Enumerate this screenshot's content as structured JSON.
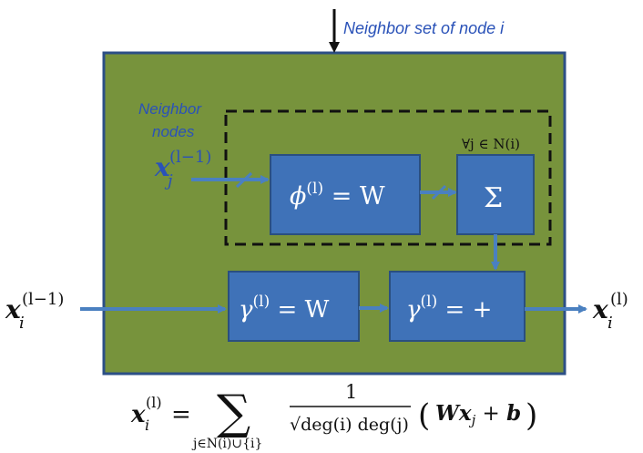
{
  "diagram": {
    "top_label": "Neighbor set of node i",
    "neighbor_label_line1": "Neighbor",
    "neighbor_label_line2": "nodes",
    "input_neighbor": {
      "symbol": "x",
      "subscript": "j",
      "superscript": "(l−1)"
    },
    "input_self": {
      "symbol": "x",
      "subscript": "i",
      "superscript": "(l−1)"
    },
    "output": {
      "symbol": "x",
      "subscript": "i",
      "superscript": "(l)"
    },
    "forall_label": "∀j ∈ N(i)",
    "phi_box": {
      "fn": "ϕ",
      "sup": "(l)",
      "rhs": " = W"
    },
    "sum_box": {
      "label": "Σ"
    },
    "gamma_w_box": {
      "fn": "γ",
      "sup": "(l)",
      "rhs": " = W"
    },
    "gamma_plus_box": {
      "fn": "γ",
      "sup": "(l)",
      "rhs": " = +"
    },
    "colors": {
      "outer_fill": "#77933c",
      "outer_stroke": "#2c4f86",
      "box_fill": "#3f72b8",
      "box_stroke": "#2a4f80",
      "arrow": "#4a80c0",
      "label_blue": "#2a52b8"
    }
  },
  "formula": {
    "lhs_symbol": "x",
    "lhs_sub": "i",
    "lhs_sup": "(l)",
    "equals": "=",
    "sum_sign": "∑",
    "sum_range": "j∈N(i)∪{i}",
    "numerator": "1",
    "denominator": "√deg(i) deg(j)",
    "open_paren": "(",
    "bold_W": "W",
    "bold_x": "x",
    "x_sub": "j",
    "plus": " + ",
    "bold_b": "b",
    "close_paren": ")"
  }
}
